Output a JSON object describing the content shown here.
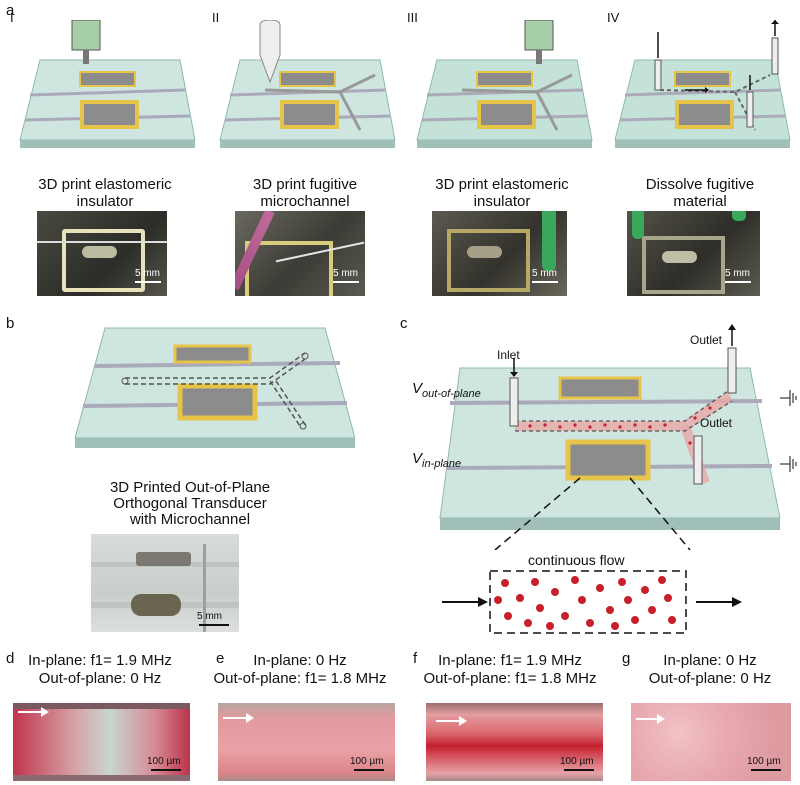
{
  "panel_a": {
    "letter": "a",
    "steps": [
      {
        "roman": "I",
        "caption": [
          "3D print elastomeric",
          "insulator"
        ],
        "scale": "5 mm"
      },
      {
        "roman": "II",
        "caption": [
          "3D print fugitive",
          "microchannel"
        ],
        "scale": "5 mm"
      },
      {
        "roman": "III",
        "caption": [
          "3D print elastomeric",
          "insulator"
        ],
        "scale": "5 mm"
      },
      {
        "roman": "IV",
        "caption": [
          "Dissolve fugitive",
          "material"
        ],
        "scale": "5 mm"
      }
    ]
  },
  "panel_b": {
    "letter": "b",
    "caption": [
      "3D Printed Out-of-Plane",
      "Orthogonal Transducer",
      "with Microchannel"
    ],
    "scale": "5 mm"
  },
  "panel_c": {
    "letter": "c",
    "inlet": "Inlet",
    "outlet_top": "Outlet",
    "outlet_bottom": "Outlet",
    "v_out_main": "V",
    "v_out_sub": "out-of-plane",
    "v_in_main": "V",
    "v_in_sub": "in-plane",
    "flow_label": "continuous flow"
  },
  "panel_d": {
    "letter": "d",
    "line1": "In-plane: f1= 1.9 MHz",
    "line2": "Out-of-plane: 0 Hz",
    "scale": "100 µm"
  },
  "panel_e": {
    "letter": "e",
    "line1": "In-plane: 0 Hz",
    "line2": "Out-of-plane: f1= 1.8 MHz",
    "scale": "100 µm"
  },
  "panel_f": {
    "letter": "f",
    "line1": "In-plane: f1= 1.9 MHz",
    "line2": "Out-of-plane: f1= 1.8 MHz",
    "scale": "100 µm"
  },
  "panel_g": {
    "letter": "g",
    "line1": "In-plane: 0 Hz",
    "line2": "Out-of-plane: 0 Hz",
    "scale": "100 µm"
  },
  "colors": {
    "glass": "#cfe6e0",
    "electrode": "#e6c44a",
    "pad": "#8c8c8c",
    "cell": "#c8202a",
    "printhead": "#a7cfa7"
  }
}
